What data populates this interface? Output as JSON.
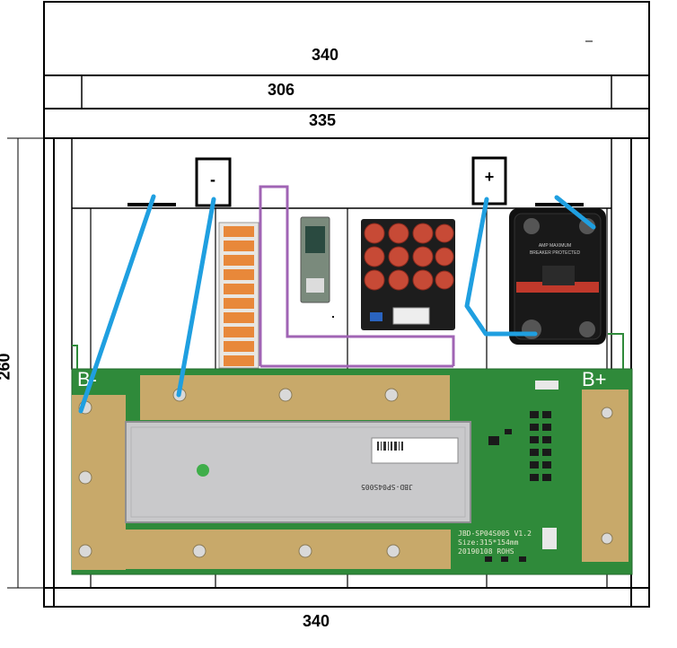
{
  "dimensions": {
    "top_width": "340",
    "inner_width": "306",
    "internal_width": "335",
    "height": "260",
    "bottom_width": "340"
  },
  "terminals": {
    "negative": "-",
    "positive": "+"
  },
  "bms_board": {
    "b_minus": "B-",
    "b_plus": "B+",
    "model_text": "JBD-SP04S005 V1.2",
    "size_text": "Size:315*154mm",
    "date_text": "20190108 ROHS",
    "heatsink_label": "JBD-SP04S005"
  },
  "breaker": {
    "line1": "AMP MAXIMUM",
    "line2": "BREAKER PROTECTED"
  },
  "colors": {
    "wire": "#1f9fe0",
    "balance_lead": "#9b59b6",
    "pcb": "#2f8a3a",
    "copper_pad": "#c8a96a",
    "heatsink": "#c9c9cb",
    "outline": "#000000"
  }
}
